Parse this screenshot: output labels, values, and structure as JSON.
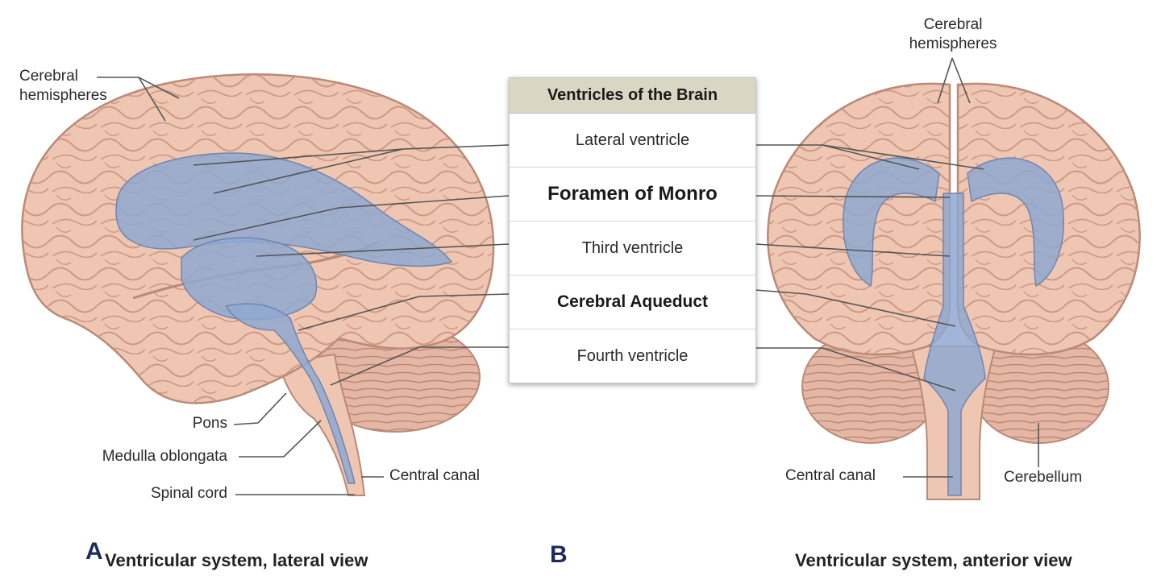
{
  "table": {
    "title": "Ventricles of the Brain",
    "rows": [
      "Lateral ventricle",
      "Foramen of Monro",
      "Third ventricle",
      "Cerebral Aqueduct",
      "Fourth ventricle"
    ]
  },
  "lateral_view": {
    "letter": "A",
    "caption": "Ventricular system, lateral view",
    "labels": {
      "cerebral_hemispheres_1": "Cerebral",
      "cerebral_hemispheres_2": "hemispheres",
      "pons": "Pons",
      "medulla": "Medulla oblongata",
      "spinal_cord": "Spinal cord",
      "central_canal": "Central canal"
    }
  },
  "anterior_view": {
    "letter": "B",
    "caption": "Ventricular system, anterior view",
    "labels": {
      "cerebral_hemispheres_1": "Cerebral",
      "cerebral_hemispheres_2": "hemispheres",
      "central_canal": "Central canal",
      "cerebellum": "Cerebellum"
    }
  },
  "colors": {
    "brain": "#efc6b2",
    "brain_dark": "#c99480",
    "ventricle": "#8fa8d0",
    "header": "#d9d6c4"
  }
}
